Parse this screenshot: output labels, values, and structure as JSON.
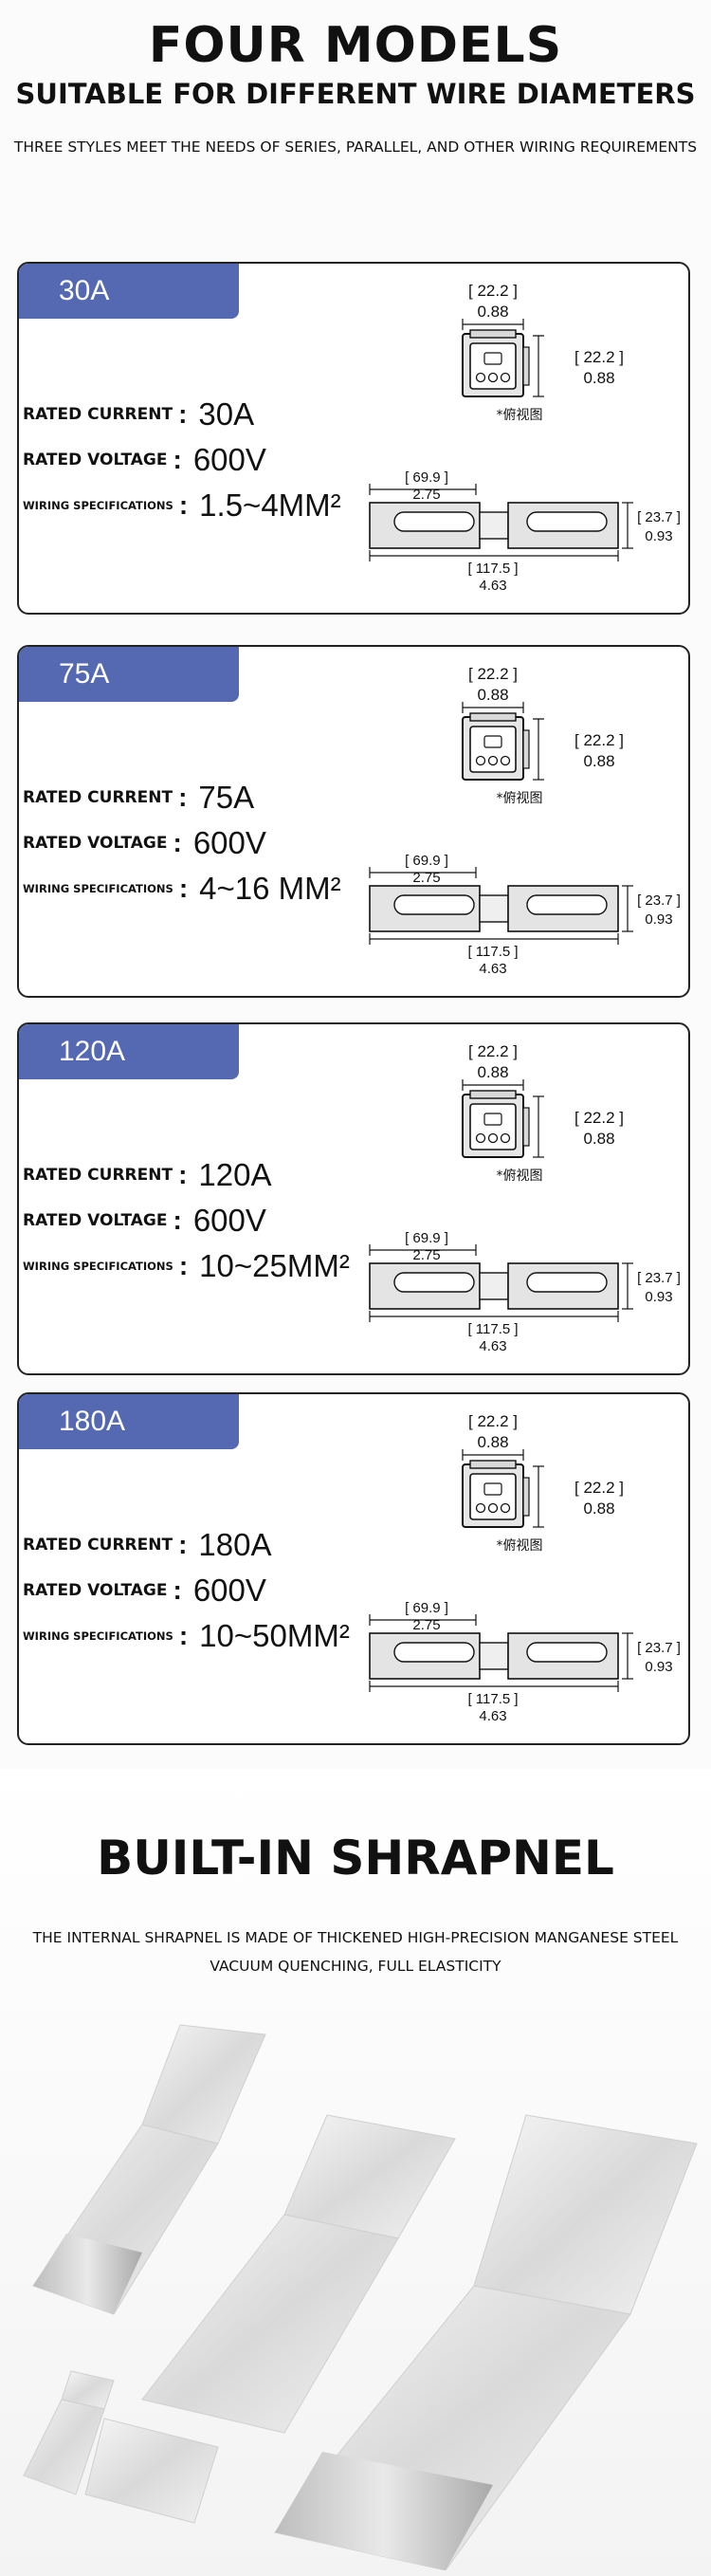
{
  "header": {
    "title": "FOUR MODELS",
    "subtitle": "SUITABLE FOR DIFFERENT WIRE DIAMETERS",
    "description": "THREE STYLES MEET THE NEEDS OF SERIES, PARALLEL, AND OTHER WIRING REQUIREMENTS"
  },
  "spec_labels": {
    "current": "RATED CURRENT",
    "voltage": "RATED VOLTAGE",
    "wiring": "WIRING SPECIFICATIONS",
    "colon": ":"
  },
  "dimensions": {
    "top_width_mm": "[ 22.2 ]",
    "top_width_in": "0.88",
    "side_height_mm": "[ 22.2 ]",
    "side_height_in": "0.88",
    "view_note": "*俯视图",
    "contact_mm": "[ 69.9 ]",
    "contact_in": "2.75",
    "total_mm": "[ 117.5 ]",
    "total_in": "4.63",
    "height_mm": "[ 23.7 ]",
    "height_in": "0.93"
  },
  "models": [
    {
      "tab": "30A",
      "current": "30A",
      "voltage": "600V",
      "wiring": "1.5~4MM²"
    },
    {
      "tab": "75A",
      "current": "75A",
      "voltage": "600V",
      "wiring": "4~16 MM²"
    },
    {
      "tab": "120A",
      "current": "120A",
      "voltage": "600V",
      "wiring": "10~25MM²"
    },
    {
      "tab": "180A",
      "current": "180A",
      "voltage": "600V",
      "wiring": "10~50MM²"
    }
  ],
  "shrapnel": {
    "title": "BUILT-IN SHRAPNEL",
    "line1": "THE INTERNAL SHRAPNEL IS MADE OF THICKENED HIGH-PRECISION MANGANESE STEEL",
    "line2": "VACUUM QUENCHING, FULL ELASTICITY"
  }
}
